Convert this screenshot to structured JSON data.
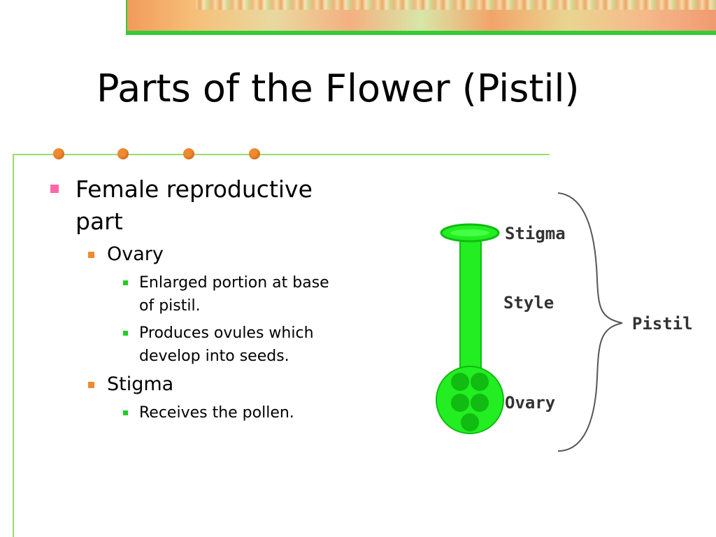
{
  "slide": {
    "title": "Parts of the Flower (Pistil)",
    "bullets": {
      "main": {
        "label": "Female reproductive part",
        "ovary": {
          "label": "Ovary",
          "details": [
            "Enlarged portion at base of pistil.",
            "Produces ovules which develop into seeds."
          ]
        },
        "stigma": {
          "label": "Stigma",
          "details": [
            "Receives the pollen."
          ]
        }
      }
    }
  },
  "diagram": {
    "labels": {
      "stigma": "Stigma",
      "style": "Style",
      "ovary": "Ovary",
      "pistil": "Pistil"
    }
  },
  "colors": {
    "accent_green": "#22cc22",
    "accent_orange": "#f08a30",
    "accent_pink": "#ff66aa",
    "diagram_green": "#22ee22"
  }
}
